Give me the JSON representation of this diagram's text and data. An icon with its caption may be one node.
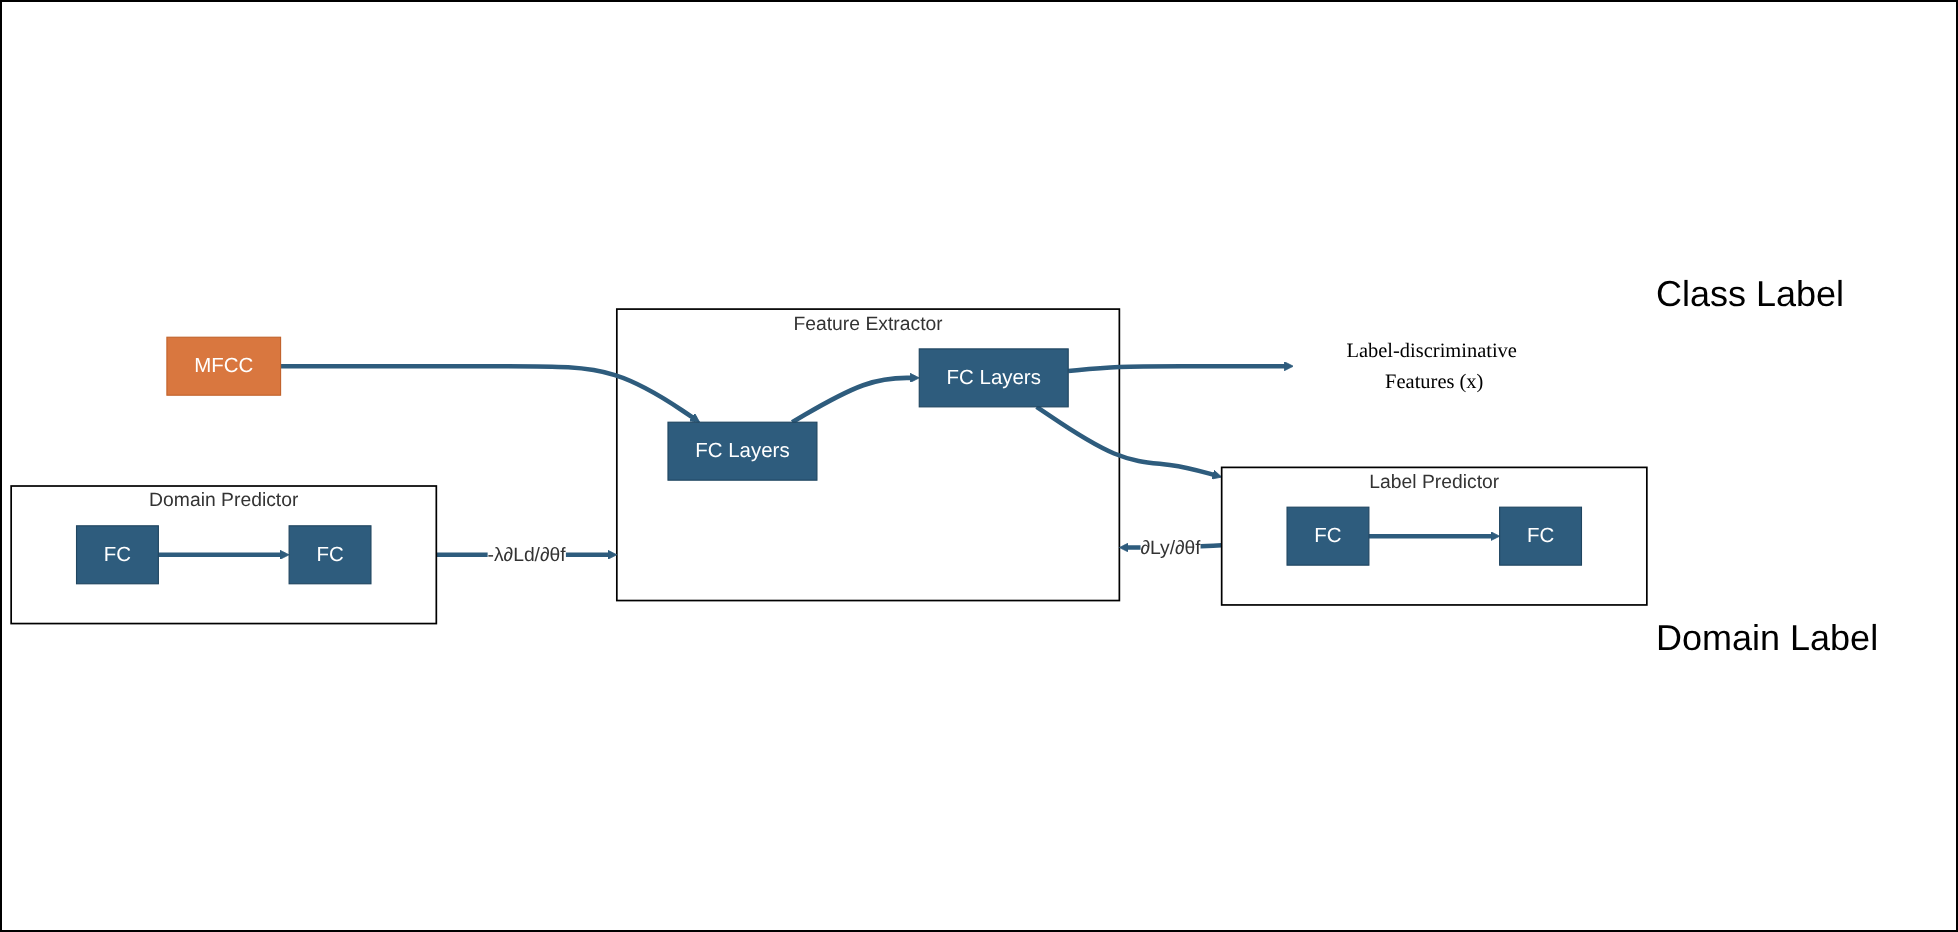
{
  "diagram": {
    "nodes": [
      {
        "text": [
          "MFCC"
        ]
      },
      {
        "text": [
          "Feature Extractor"
        ]
      },
      {
        "text": [
          "FC Layers"
        ],
        "in": 1
      },
      {
        "text": [
          "FC Layers"
        ],
        "in": 1
      },
      {
        "text": [
          "Label Predictor"
        ]
      },
      {
        "text": [
          "FC"
        ],
        "in": 4
      },
      {
        "text": [
          "FC"
        ],
        "in": 4
      },
      {
        "text": [
          "Domain Predictor"
        ]
      },
      {
        "text": [
          "FC"
        ],
        "in": 7
      },
      {
        "text": [
          "FC"
        ],
        "in": 7
      },
      {
        "text": [
          "Label-discriminative Features (x)"
        ]
      }
    ],
    "edges": [
      {
        "from": 0,
        "to": 2,
        "arrow": "to"
      },
      {
        "from": 2,
        "to": 3,
        "arrow": "to"
      },
      {
        "from": 3,
        "to": 4,
        "arrow": "to"
      },
      {
        "from": 4,
        "to": 1,
        "arrow": "to",
        "label": "∂Ly/∂θf"
      },
      {
        "from": 5,
        "to": 6,
        "arrow": "to"
      },
      {
        "from": 3,
        "to": 10,
        "arrow": "to"
      },
      {
        "from": 7,
        "to": 1,
        "arrow": "to",
        "label": "-λ∂Ld/∂θf"
      },
      {
        "from": 8,
        "to": 9,
        "arrow": "to"
      }
    ],
    "labels": [
      "Class Label",
      "Domain Label"
    ]
  }
}
